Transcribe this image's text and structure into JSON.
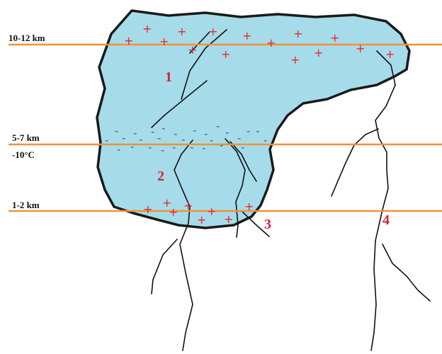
{
  "altitude_labels": {
    "top": "10-12 km",
    "middle": "5-7 km",
    "middle_temp": "-10°C",
    "bottom": "1-2 km"
  },
  "strike_labels": [
    "1",
    "2",
    "3",
    "4"
  ],
  "symbols": {
    "positive": "+",
    "negative": "-"
  },
  "colors": {
    "cloud_fill": "#a6dce9",
    "cloud_outline": "#1a1a1a",
    "altitude_line": "#f0913a",
    "positive_charge": "#e3262f",
    "negative_charge": "#3050c8",
    "label_number": "#d61f3a"
  }
}
